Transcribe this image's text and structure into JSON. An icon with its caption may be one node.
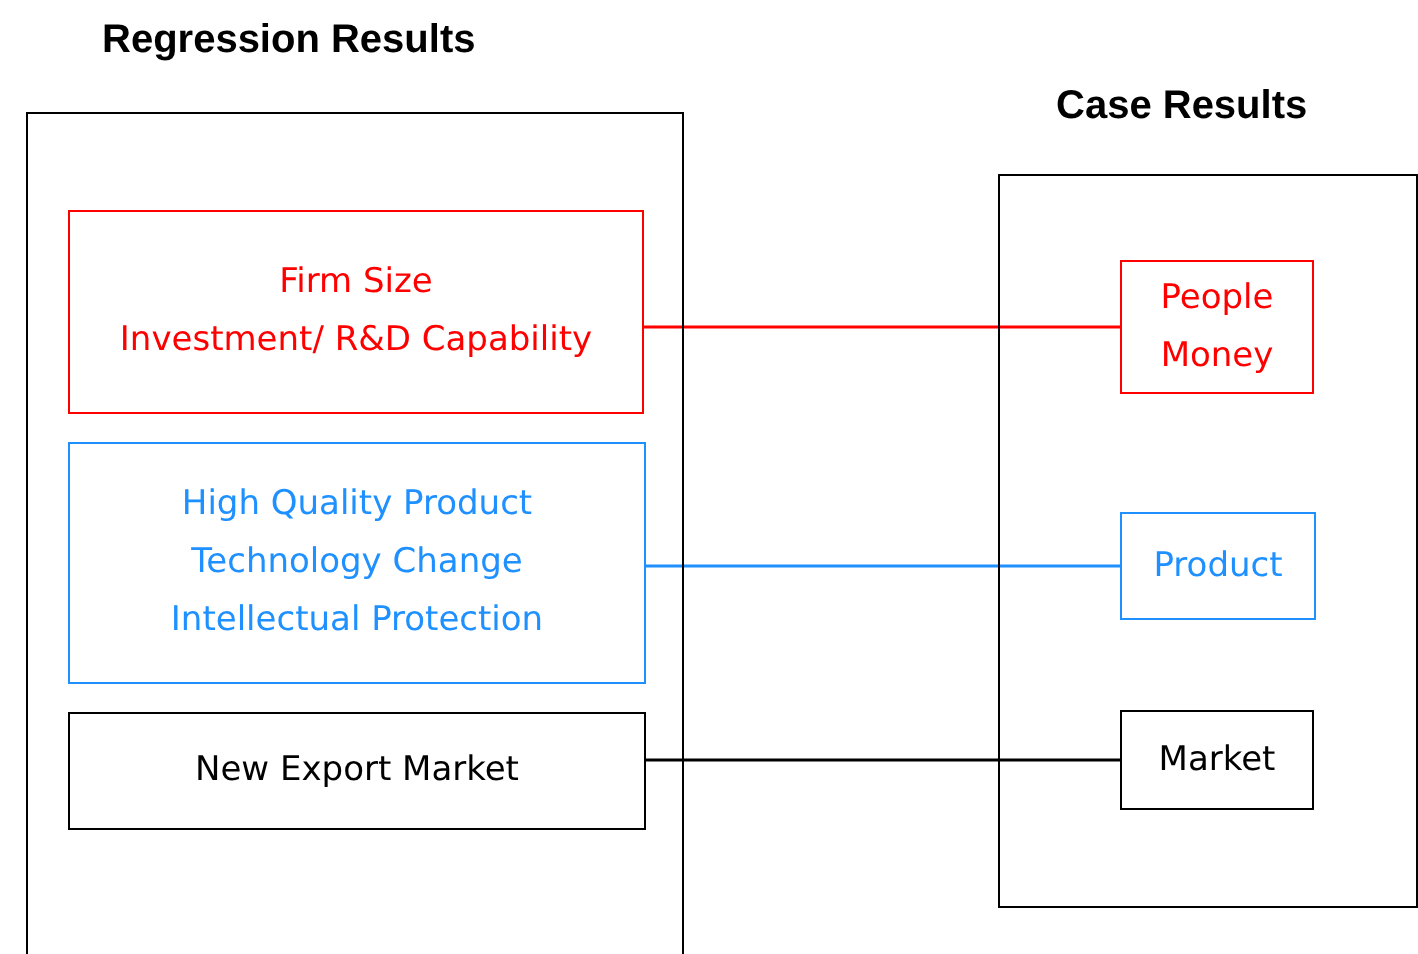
{
  "diagram": {
    "nodes": [
      {
        "text": [
          "Regression Results"
        ]
      },
      {
        "text": [
          "Firm Size",
          "Investment/ R&D Capability"
        ],
        "in": 0
      },
      {
        "text": [
          "High Quality Product",
          "Technology Change",
          "Intellectual Protection"
        ],
        "in": 0
      },
      {
        "text": [
          "New Export Market"
        ],
        "in": 0
      },
      {
        "text": [
          "Case Results"
        ]
      },
      {
        "text": [
          "People",
          "Money"
        ],
        "in": 4
      },
      {
        "text": [
          "Product"
        ],
        "in": 4
      },
      {
        "text": [
          "Market"
        ],
        "in": 4
      }
    ],
    "edges": [
      {
        "from": 1,
        "to": 5,
        "arrow": "none",
        "color": "#ff0000"
      },
      {
        "from": 2,
        "to": 6,
        "arrow": "none",
        "color": "#1e90ff"
      },
      {
        "from": 3,
        "to": 7,
        "arrow": "none",
        "color": "#000000"
      }
    ]
  }
}
